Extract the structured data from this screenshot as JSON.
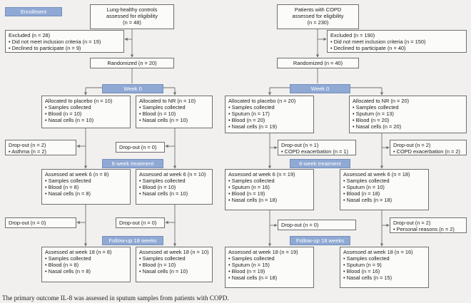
{
  "enrollment_tag": "Enrollment",
  "left": {
    "assessed": [
      "Lung-healthy controls",
      "assessed for eligibility",
      "(n = 48)"
    ],
    "excluded": [
      "Excluded (n = 28)",
      "• Did not meet inclusion criteria (n = 19)",
      "• Declined to participate (n = 9)"
    ],
    "randomized": "Randomized (n = 20)",
    "week0": "Week 0",
    "placebo": [
      "Allocated to placebo (n = 10)",
      "• Samples collected",
      "• Blood (n = 10)",
      "• Nasal cells (n = 10)"
    ],
    "nr": [
      "Allocated to NR (n = 10)",
      "• Samples collected",
      "• Blood (n = 10)",
      "• Nasal cells (n = 10)"
    ],
    "dropout1_placebo": [
      "Drop-out (n = 2)",
      "• Asthma (n = 2)"
    ],
    "dropout1_nr": [
      "Drop-out (n = 0)"
    ],
    "six_week": "6-week treatment",
    "wk6_placebo": [
      "Assessed at week 6 (n = 8)",
      "• Samples collected",
      "• Blood (n = 8)",
      "• Nasal cells (n = 8)"
    ],
    "wk6_nr": [
      "Assessed at week 6 (n = 10)",
      "• Samples collected",
      "• Blood (n = 10)",
      "• Nasal cells (n = 10)"
    ],
    "dropout2_placebo": [
      "Drop-out (n = 0)"
    ],
    "dropout2_nr": [
      "Drop-out (n = 0)"
    ],
    "followup": "Follow-up 18 weeks",
    "wk18_placebo": [
      "Assessed at week 18 (n = 8)",
      "• Samples collected",
      "• Blood (n = 8)",
      "• Nasal cells (n = 8)"
    ],
    "wk18_nr": [
      "Assessed at week 18 (n = 10)",
      "• Samples collected",
      "• Blood (n = 10)",
      "• Nasal cells (n = 10)"
    ]
  },
  "right": {
    "assessed": [
      "Patients with COPD",
      "assessed for eligibility",
      "(n = 230)"
    ],
    "excluded": [
      "Excluded (n = 190)",
      "• Did not meet inclusion criteria (n = 150)",
      "• Declined to participate (n = 40)"
    ],
    "randomized": "Randomized (n = 40)",
    "week0": "Week 0",
    "placebo": [
      "Allocated to placebo (n = 20)",
      "• Samples collected",
      "• Sputum (n = 17)",
      "• Blood (n = 20)",
      "• Nasal cells (n = 19)"
    ],
    "nr": [
      "Allocated to NR (n = 20)",
      "• Samples collected",
      "• Sputum (n = 13)",
      "• Blood (n = 20)",
      "• Nasal cells (n = 20)"
    ],
    "dropout1_placebo": [
      "Drop-out (n = 1)",
      "• COPD exacerbation (n = 1)"
    ],
    "dropout1_nr": [
      "Drop-out (n = 2)",
      "• COPD exacerbation (n = 2)"
    ],
    "six_week": "6-week treatment",
    "wk6_placebo": [
      "Assessed at week 6 (n = 19)",
      "• Samples collected",
      "• Sputum (n = 16)",
      "• Blood (n = 19)",
      "• Nasal cells (n = 18)"
    ],
    "wk6_nr": [
      "Assessed at week 6 (n = 18)",
      "• Samples collected",
      "• Sputum (n = 10)",
      "• Blood (n = 18)",
      "• Nasal cells (n = 18)"
    ],
    "dropout2_placebo": [
      "Drop-out (n = 0)"
    ],
    "dropout2_nr": [
      "Drop-out (n = 2)",
      "• Personal reasons (n = 2)"
    ],
    "followup": "Follow-up 18 weeks",
    "wk18_placebo": [
      "Assessed at week 18 (n = 19)",
      "• Samples collected",
      "• Sputum (n = 15)",
      "• Blood (n = 19)",
      "• Nasal cells (n = 18)"
    ],
    "wk18_nr": [
      "Assessed at week 18 (n = 16)",
      "• Samples collected",
      "• Sputum (n = 9)",
      "• Blood (n = 16)",
      "• Nasal cells (n = 15)"
    ]
  },
  "caption": "The primary outcome IL-8 was assessed in sputum samples from patients with COPD.",
  "colors": {
    "stage_fill": "#8fa9d4",
    "line": "#6f6f6f",
    "background": "#f1f0ee"
  }
}
